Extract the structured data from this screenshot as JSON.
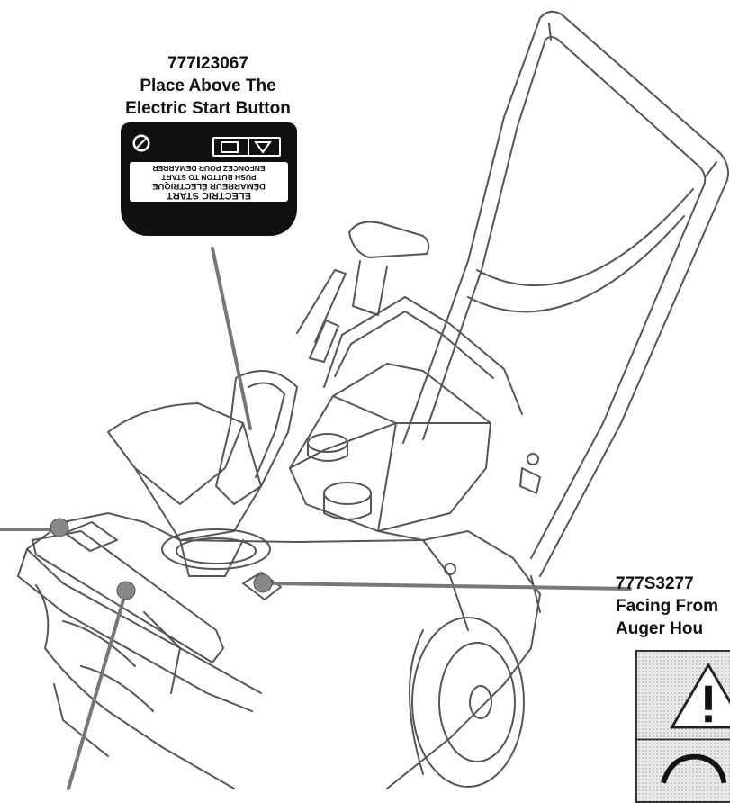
{
  "callouts": {
    "top": {
      "part_number": "777I23067",
      "line1": "Place Above The",
      "line2": "Electric Start Button"
    },
    "right": {
      "part_number": "777S3277",
      "line1": "Facing From",
      "line2": "Auger Hou"
    }
  },
  "decal": {
    "line1": "ELECTRIC START",
    "line2": "DÉMARREUR ÉLECTRIQUE",
    "line3": "PUSH BUTTON TO START",
    "line4": "ENFONCEZ POUR DEMARRER"
  },
  "colors": {
    "outline": "#555555",
    "leader": "#777777",
    "decal": "#111111",
    "marker": "#888888"
  },
  "icons": [
    "warning-triangle-icon",
    "no-symbol-icon",
    "push-button-icon"
  ]
}
